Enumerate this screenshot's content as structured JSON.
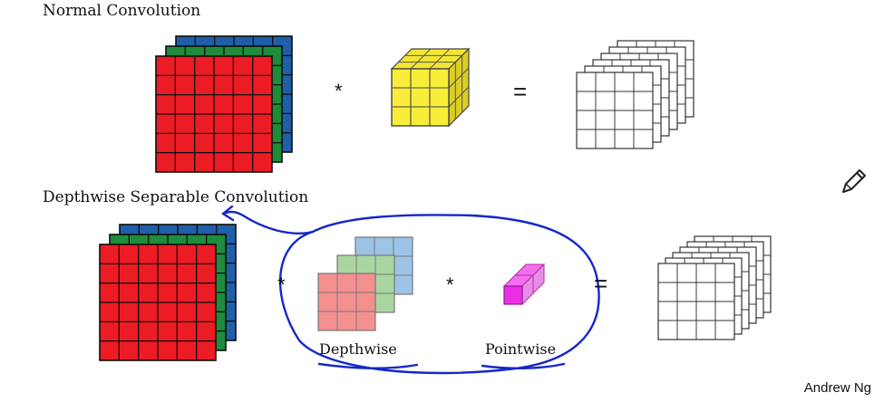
{
  "titles": {
    "normal": "Normal Convolution",
    "depthwise_separable": "Depthwise Separable Convolution"
  },
  "labels": {
    "depthwise": "Depthwise",
    "pointwise": "Pointwise"
  },
  "operators": {
    "convolve": "*",
    "equals": "="
  },
  "credit": "Andrew Ng",
  "icons": {
    "pencil": "pencil-icon"
  },
  "colors": {
    "red": "#ec1c24",
    "green": "#1e8c3a",
    "blue": "#1f5fa8",
    "yellow": "#f8ee3a",
    "light_red": "#f4908f",
    "light_green": "#a9d6a0",
    "light_blue": "#9cc4e6",
    "magenta": "#ee2ee6",
    "annotation_ink": "#1428c8"
  }
}
